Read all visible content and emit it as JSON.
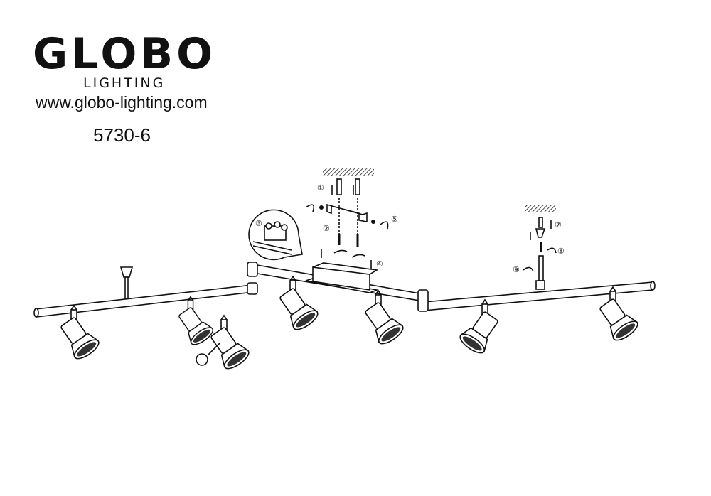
{
  "brand": {
    "name": "GLOBO",
    "subtitle": "LIGHTING",
    "website": "www.globo-lighting.com"
  },
  "model_number": "5730-6",
  "steps": [
    "①",
    "②",
    "③",
    "④",
    "⑤",
    "⑦",
    "⑧",
    "⑨"
  ]
}
